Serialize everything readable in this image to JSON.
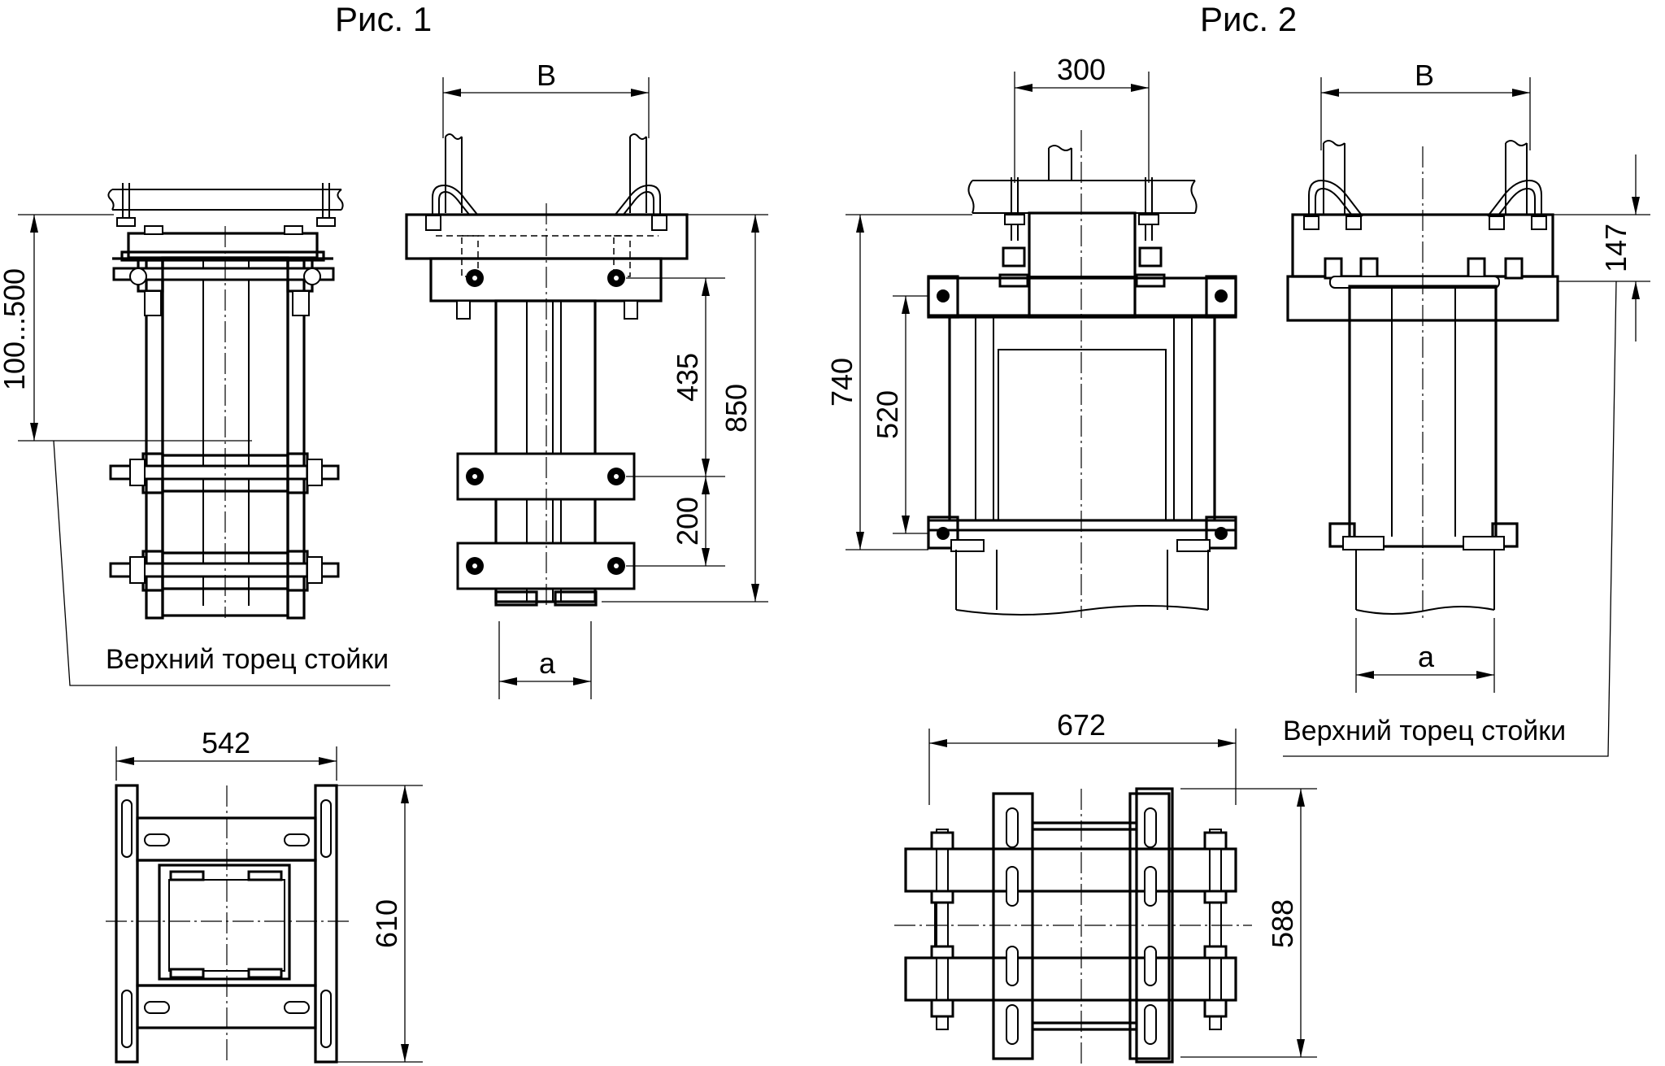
{
  "figures": {
    "fig1": {
      "title": "Рис. 1"
    },
    "fig2": {
      "title": "Рис. 2"
    }
  },
  "dimensions": {
    "fig1_side_range": "100...500",
    "fig1_front_b": "B",
    "fig1_front_435": "435",
    "fig1_front_850": "850",
    "fig1_front_200": "200",
    "fig1_front_a": "a",
    "fig1_plan_542": "542",
    "fig1_plan_610": "610",
    "fig2_front_300": "300",
    "fig2_front_740": "740",
    "fig2_front_520": "520",
    "fig2_side_b": "B",
    "fig2_side_147": "147",
    "fig2_side_a": "a",
    "fig2_plan_672": "672",
    "fig2_plan_588": "588"
  },
  "notes": {
    "fig1_top_face": "Верхний торец стойки",
    "fig2_top_face": "Верхний торец стойки"
  }
}
